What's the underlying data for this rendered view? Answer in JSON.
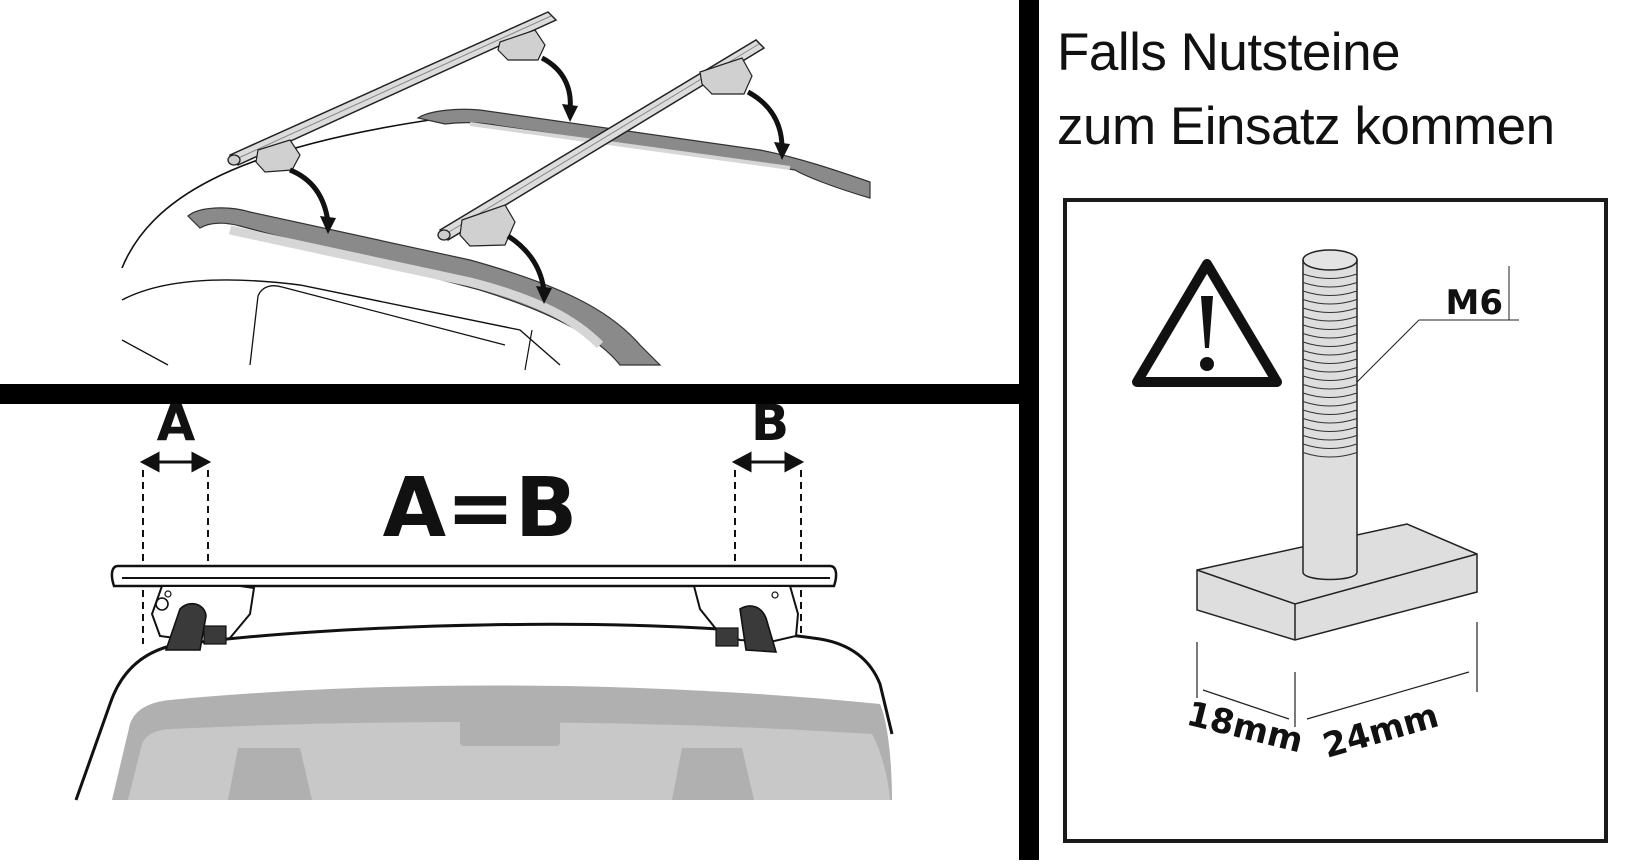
{
  "heading": {
    "line1": "Falls Nutsteine",
    "line2": "zum Einsatz kommen"
  },
  "bottom_panel": {
    "label_a": "A",
    "label_b": "B",
    "equation": "A=B"
  },
  "detail": {
    "thread_label": "M6",
    "dim_depth": "18mm",
    "dim_width": "24mm",
    "warning_icon": "warning-triangle-icon"
  },
  "colors": {
    "ink": "#111111",
    "rail_dark": "#8a8a8a",
    "rail_light": "#d6d6d6",
    "window_outer": "#b0b0b0",
    "window_inner": "#c8c8c8",
    "part_fill": "#dedede",
    "foot_pad": "#3a3a3a"
  }
}
